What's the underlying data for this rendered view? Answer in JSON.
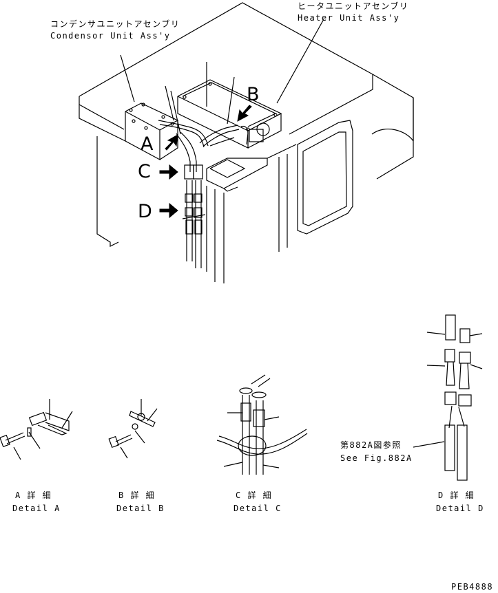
{
  "labels": {
    "condenser_jp": "コンデンサユニットアセンブリ",
    "condenser_en": "Condensor Unit Ass'y",
    "heater_jp": "ヒータユニットアセンブリ",
    "heater_en": "Heater Unit Ass'y",
    "ref_jp": "第882A図参照",
    "ref_en": "See Fig.882A",
    "drawing_no": "PEB4888"
  },
  "callouts": [
    "A",
    "B",
    "C",
    "D"
  ],
  "details": [
    {
      "jp": "A 詳 細",
      "en": "Detail A"
    },
    {
      "jp": "B 詳 細",
      "en": "Detail B"
    },
    {
      "jp": "C 詳 細",
      "en": "Detail C"
    },
    {
      "jp": "D 詳 細",
      "en": "Detail D"
    }
  ]
}
